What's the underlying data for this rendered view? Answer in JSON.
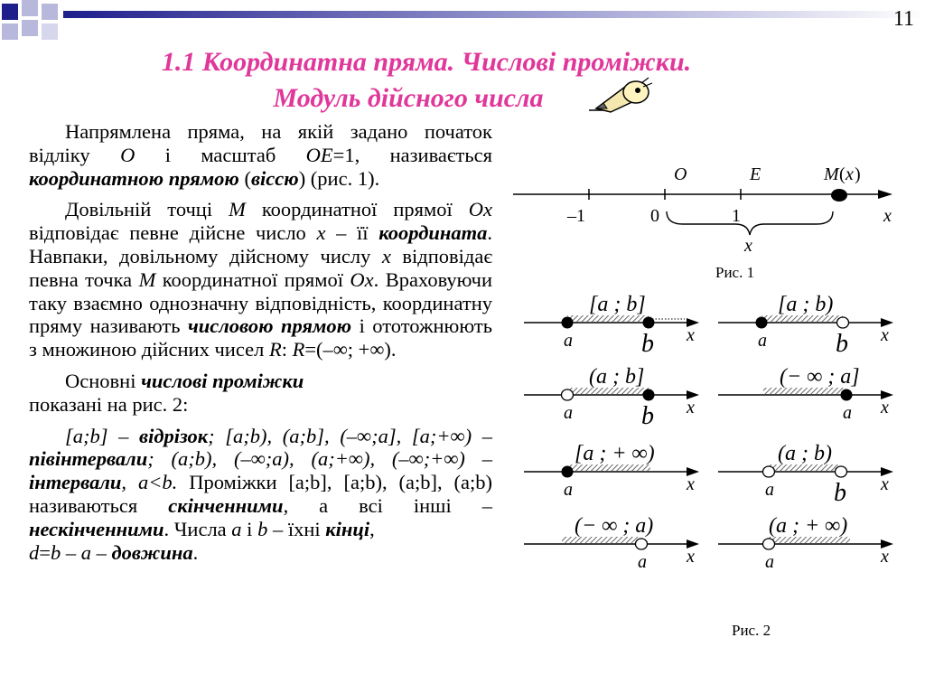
{
  "page_number": "11",
  "title": {
    "line1": "1.1 Координатна пряма. Числові проміжки.",
    "line2": "Модуль дійсного числа"
  },
  "paragraphs": {
    "p1": {
      "t1": "Напрямлена пряма, на якій задано початок відліку ",
      "O": "O",
      "t2": " і масштаб ",
      "OE": "OE",
      "t3": "=1, називається ",
      "term1": "координатною прямою",
      "t4": " (",
      "term2": "віссю",
      "t5": ") (рис. 1)."
    },
    "p2": {
      "t1": "Довільній точці ",
      "M": "M",
      "t2": " координатної прямої ",
      "Ox": "Ox",
      "t3": " відповідає певне дійсне число ",
      "x": "x",
      "t4": " – її ",
      "term1": "координата",
      "t5": ". Навпаки, довільному дійсному числу ",
      "x2": "x",
      "t6": " відповідає певна точка ",
      "M2": "M",
      "t7": " координатної прямої ",
      "Ox2": "Ox",
      "t8": ". Враховуючи таку взаємно однозначну відповідність, координатну пряму називають ",
      "term2": "числовою прямою",
      "t9": " і ототожнюють з множиною дійсних чисел ",
      "R": "R",
      "t10": ": ",
      "R2": "R",
      "t11": "=(–∞; +∞)."
    },
    "p3": {
      "t1": "Основні ",
      "term1": "числові проміжки",
      "t2": " показані на рис. 2:"
    },
    "p4": {
      "t1": "[a;b] – ",
      "term1": "відрізок",
      "t2": "; [a;b), (a;b], (–∞;a], [a;+∞) – ",
      "term2": "півінтервали",
      "t3": "; (a;b), (–∞;a), (a;+∞), (–∞;+∞) – ",
      "term3": "інтервали",
      "t4": ", a<b.",
      "t5": " Проміжки [a;b], [a;b), (a;b], (a;b) називаються ",
      "term4": "скінченними",
      "t6": ", а всі інші – ",
      "term5": "нескінченними",
      "t7": ". Числа ",
      "a": "a",
      "t8": " і ",
      "b": "b",
      "t9": " – їхні ",
      "term6": "кінці",
      "t10": ",",
      "d": "d",
      "t11": "=",
      "b2": "b",
      "t12": " – ",
      "a2": "a",
      "t13": " – ",
      "term7": "довжина",
      "t14": "."
    }
  },
  "figure1": {
    "caption": "Рис. 1",
    "labels": {
      "O": "O",
      "E": "E",
      "M": "M",
      "Mx": "x",
      "minus1": "–1",
      "zero": "0",
      "one": "1",
      "axis": "x",
      "brace": "x"
    }
  },
  "figure2": {
    "caption": "Рис. 2",
    "axis_label": "x",
    "a_label": "a",
    "b_label": "b",
    "intervals": [
      {
        "label": "[a ; b]"
      },
      {
        "label": "[a ; b)"
      },
      {
        "label": "(a ; b]"
      },
      {
        "label": "(− ∞ ; a]"
      },
      {
        "label": "[a ; + ∞)"
      },
      {
        "label": "(a ; b)"
      },
      {
        "label": "(− ∞ ; a)"
      },
      {
        "label": "(a ; + ∞)"
      }
    ]
  },
  "colors": {
    "title": "#e0379a",
    "decor_dark": "#1f1f8c",
    "decor_light": "#b8b8dc"
  }
}
